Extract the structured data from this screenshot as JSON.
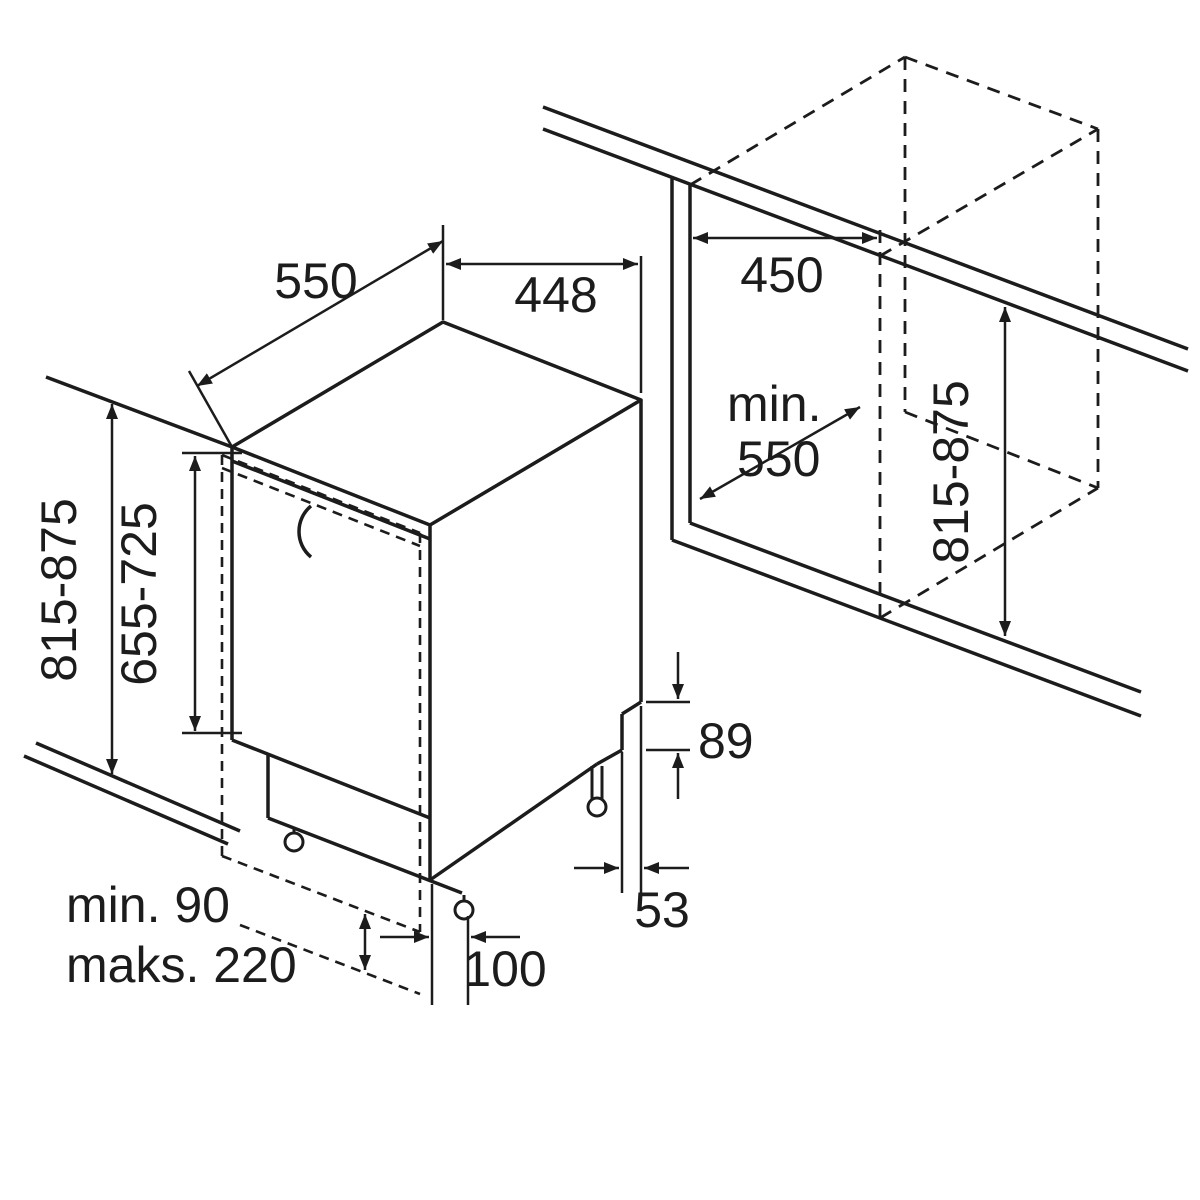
{
  "figure": {
    "background": "#ffffff",
    "line_color": "#1c1c1c",
    "kind": "built-in appliance installation dimension drawing"
  },
  "dimensions": {
    "appliance_depth": "550",
    "appliance_width": "448",
    "niche_width": "450",
    "niche_depth_prefix": "min.",
    "niche_depth_value": "550",
    "appliance_height_range": "815-875",
    "door_panel_height_range": "655-725",
    "niche_height_range": "815-875",
    "rear_offset": "89",
    "rear_clearance": "53",
    "front_foot_offset": "100",
    "plinth_min": "min. 90",
    "plinth_max": "maks. 220"
  }
}
